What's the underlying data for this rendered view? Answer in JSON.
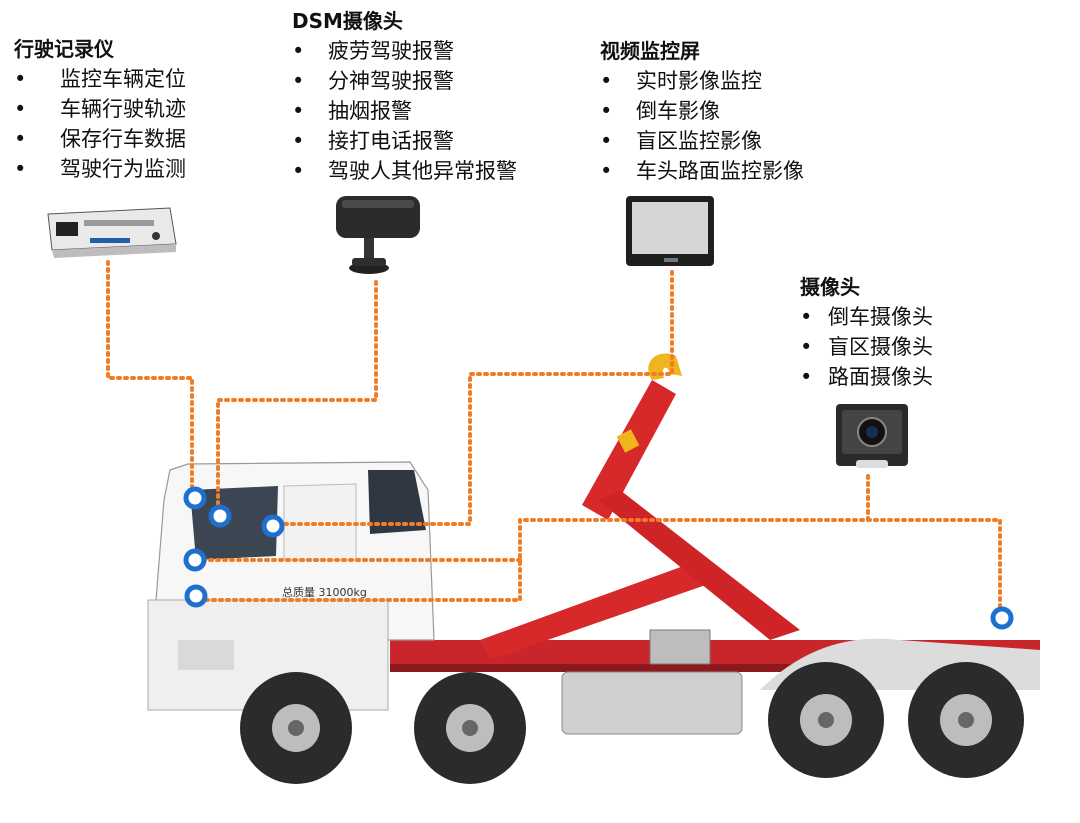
{
  "colors": {
    "connector": "#ef7d28",
    "marker": "#1e6fd0",
    "truck_body": "#ffffff",
    "boom": "#d7282a",
    "tire": "#2b2b2b"
  },
  "recorder": {
    "title": "行驶记录仪",
    "bullet": "•",
    "items": [
      "监控车辆定位",
      "车辆行驶轨迹",
      "保存行车数据",
      "驾驶行为监测"
    ],
    "icon": "dash-recorder-icon"
  },
  "dsm": {
    "title": "DSM摄像头",
    "bullet": "•",
    "items": [
      "疲劳驾驶报警",
      "分神驾驶报警",
      "抽烟报警",
      "接打电话报警",
      "驾驶人其他异常报警"
    ],
    "icon": "dsm-camera-icon"
  },
  "monitor": {
    "title": "视频监控屏",
    "bullet": "•",
    "items": [
      "实时影像监控",
      "倒车影像",
      "盲区监控影像",
      "车头路面监控影像"
    ],
    "icon": "monitor-screen-icon"
  },
  "camera": {
    "title": "摄像头",
    "bullet": "•",
    "items": [
      "倒车摄像头",
      "盲区摄像头",
      "路面摄像头"
    ],
    "icon": "vehicle-camera-icon"
  },
  "truck": {
    "door_text": "总质量 31000kg"
  }
}
